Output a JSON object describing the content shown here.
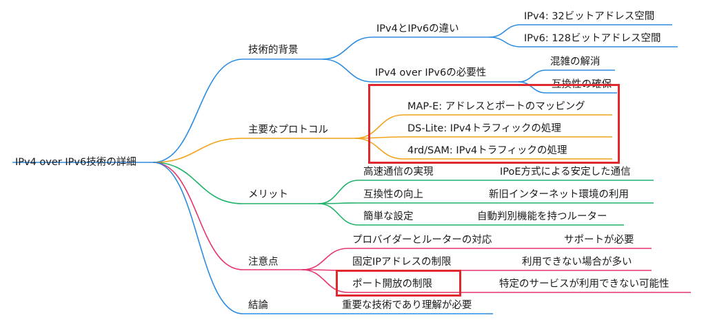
{
  "root": {
    "label": "IPv4 over IPv6技術の詳細"
  },
  "colors": {
    "blue": "#2b8ce0",
    "orange": "#f2a31a",
    "green": "#1fb26a",
    "pink": "#e5336f",
    "highlight": "#e0282e"
  },
  "branches": [
    {
      "label": "技術的背景",
      "color": "blue",
      "children": [
        {
          "label": "IPv4とIPv6の違い",
          "children": [
            {
              "label": "IPv4: 32ビットアドレス空間"
            },
            {
              "label": "IPv6: 128ビットアドレス空間"
            }
          ]
        },
        {
          "label": "IPv4 over IPv6の必要性",
          "children": [
            {
              "label": "混雑の解消"
            },
            {
              "label": "互換性の確保"
            }
          ]
        }
      ]
    },
    {
      "label": "主要なプロトコル",
      "color": "orange",
      "children": [
        {
          "label": "MAP-E: アドレスとポートのマッピング"
        },
        {
          "label": "DS-Lite: IPv4トラフィックの処理"
        },
        {
          "label": "4rd/SAM: IPv4トラフィックの処理"
        }
      ]
    },
    {
      "label": "メリット",
      "color": "green",
      "children": [
        {
          "label": "高速通信の実現",
          "children": [
            {
              "label": "IPoE方式による安定した通信"
            }
          ]
        },
        {
          "label": "互換性の向上",
          "children": [
            {
              "label": "新旧インターネット環境の利用"
            }
          ]
        },
        {
          "label": "簡単な設定",
          "children": [
            {
              "label": "自動判別機能を持つルーター"
            }
          ]
        }
      ]
    },
    {
      "label": "注意点",
      "color": "pink",
      "children": [
        {
          "label": "プロバイダーとルーターの対応",
          "children": [
            {
              "label": "サポートが必要"
            }
          ]
        },
        {
          "label": "固定IPアドレスの制限",
          "children": [
            {
              "label": "利用できない場合が多い"
            }
          ]
        },
        {
          "label": "ポート開放の制限",
          "children": [
            {
              "label": "特定のサービスが利用できない可能性"
            }
          ]
        }
      ]
    },
    {
      "label": "結論",
      "color": "blue",
      "children": [
        {
          "label": "重要な技術であり理解が必要"
        }
      ]
    }
  ]
}
